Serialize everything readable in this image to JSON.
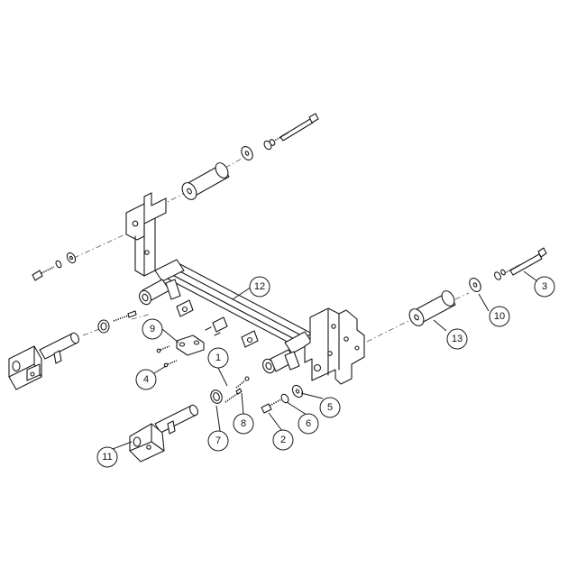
{
  "diagram": {
    "parts": [
      {
        "number": "1"
      },
      {
        "number": "2"
      },
      {
        "number": "3"
      },
      {
        "number": "4"
      },
      {
        "number": "5"
      },
      {
        "number": "6"
      },
      {
        "number": "7"
      },
      {
        "number": "8"
      },
      {
        "number": "9"
      },
      {
        "number": "10"
      },
      {
        "number": "11"
      },
      {
        "number": "12"
      },
      {
        "number": "13"
      }
    ]
  }
}
